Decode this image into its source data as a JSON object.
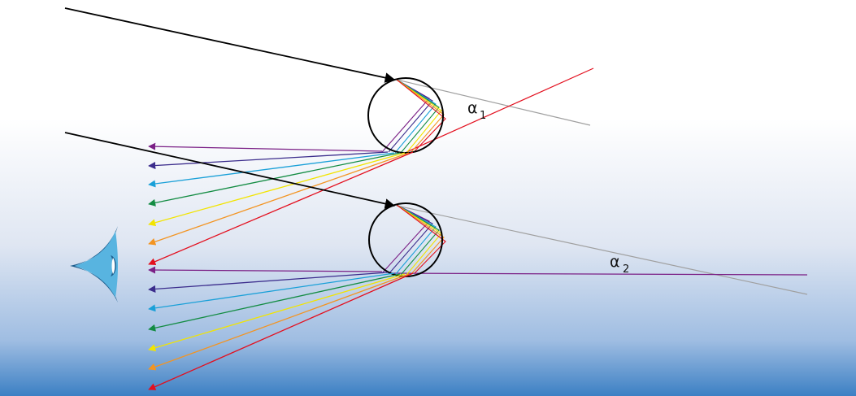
{
  "labels": {
    "alpha1": "α",
    "alpha1_sub": "1",
    "alpha2": "α",
    "alpha2_sub": "2"
  },
  "colors": {
    "spectrum": [
      "#7b2086",
      "#3b2c8c",
      "#1aa0d8",
      "#138c43",
      "#f2e400",
      "#f39422",
      "#e30f1e"
    ],
    "incoming_ray": "#000000",
    "reference_line": "#a0a0a0",
    "eye": "#1c5c8c",
    "eye_fill": "#58b4e0",
    "sky_top": "#ffffff",
    "sky_bottom": "#3c80c4"
  },
  "icons": {
    "eye": "eye-icon"
  }
}
